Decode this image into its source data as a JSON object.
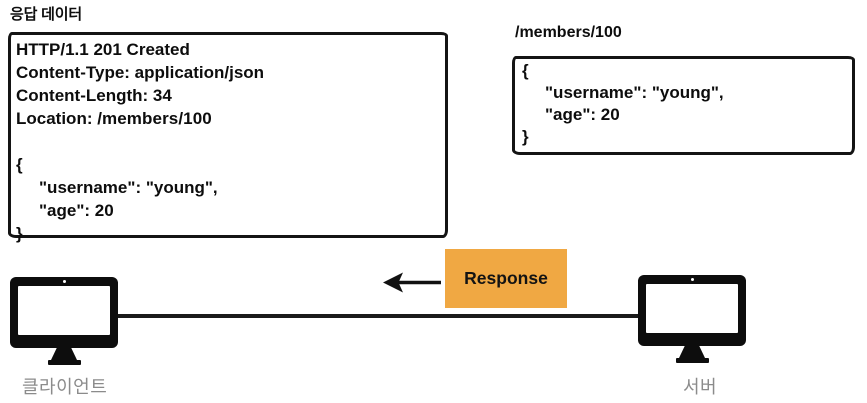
{
  "title": "응답 데이터",
  "accent_color": "#F0A843",
  "http_response_box": {
    "status_line": "HTTP/1.1 201 Created",
    "content_type": "Content-Type: application/json",
    "content_length": "Content-Length: 34",
    "location_label": "Location: ",
    "location_value": "/members/100",
    "body": [
      "{",
      "\"username\": \"young\",",
      "\"age\": 20",
      "}"
    ]
  },
  "resource_box": {
    "path": "/members/100",
    "body": [
      "{",
      "\"username\": \"young\",",
      "\"age\": 20",
      "}"
    ]
  },
  "flow": {
    "response_label": "Response"
  },
  "nodes": {
    "client_label": "클라이언트",
    "server_label": "서버"
  }
}
